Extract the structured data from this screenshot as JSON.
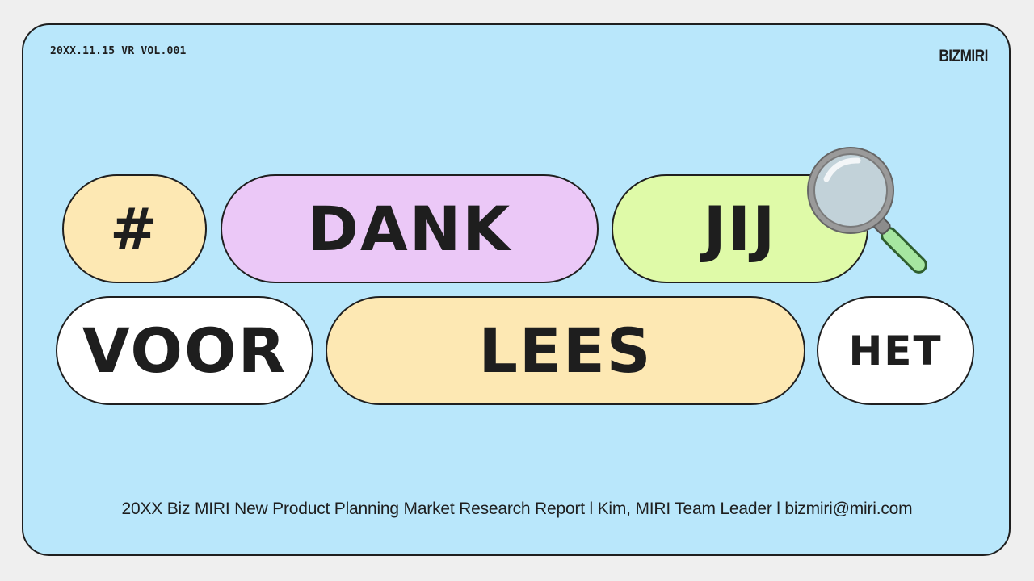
{
  "header": {
    "left_text": "20XX.11.15 VR VOL.001",
    "brand": "BIZMIRI"
  },
  "words": [
    {
      "text": "#",
      "color": "#fde8b3"
    },
    {
      "text": "DANK",
      "color": "#ebc8f7"
    },
    {
      "text": "JIJ",
      "color": "#dffaa8"
    },
    {
      "text": "VOOR",
      "color": "#ffffff"
    },
    {
      "text": "LEES",
      "color": "#fde8b3"
    },
    {
      "text": "HET",
      "color": "#ffffff"
    }
  ],
  "footer": {
    "text": "20XX Biz MIRI New Product Planning Market Research Report l Kim, MIRI Team Leader l bizmiri@miri.com"
  },
  "icons": {
    "magnifier": "magnifying-glass-icon"
  },
  "colors": {
    "background": "#b9e7fb",
    "outline": "#1f1f1f"
  }
}
